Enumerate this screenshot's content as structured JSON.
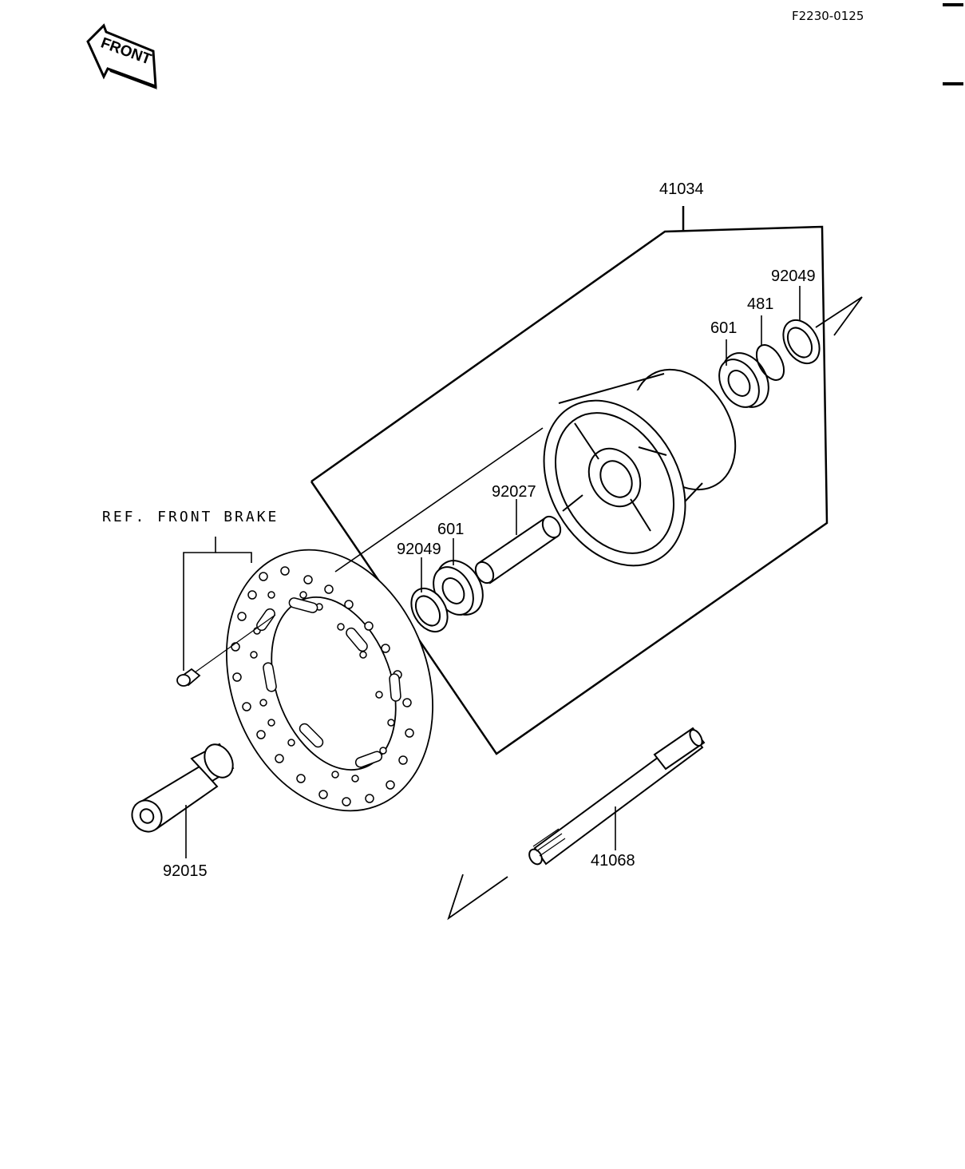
{
  "figure_code": "F2230-0125",
  "front_badge": "FRONT",
  "reference_label": "REF. FRONT BRAKE",
  "parts": {
    "hub_assembly": "41034",
    "oil_seal_right": "92049",
    "circlip": "481",
    "bearing_right": "601",
    "spacer": "92027",
    "bearing_left": "601",
    "oil_seal_left": "92049",
    "collar": "92015",
    "axle": "41068"
  }
}
